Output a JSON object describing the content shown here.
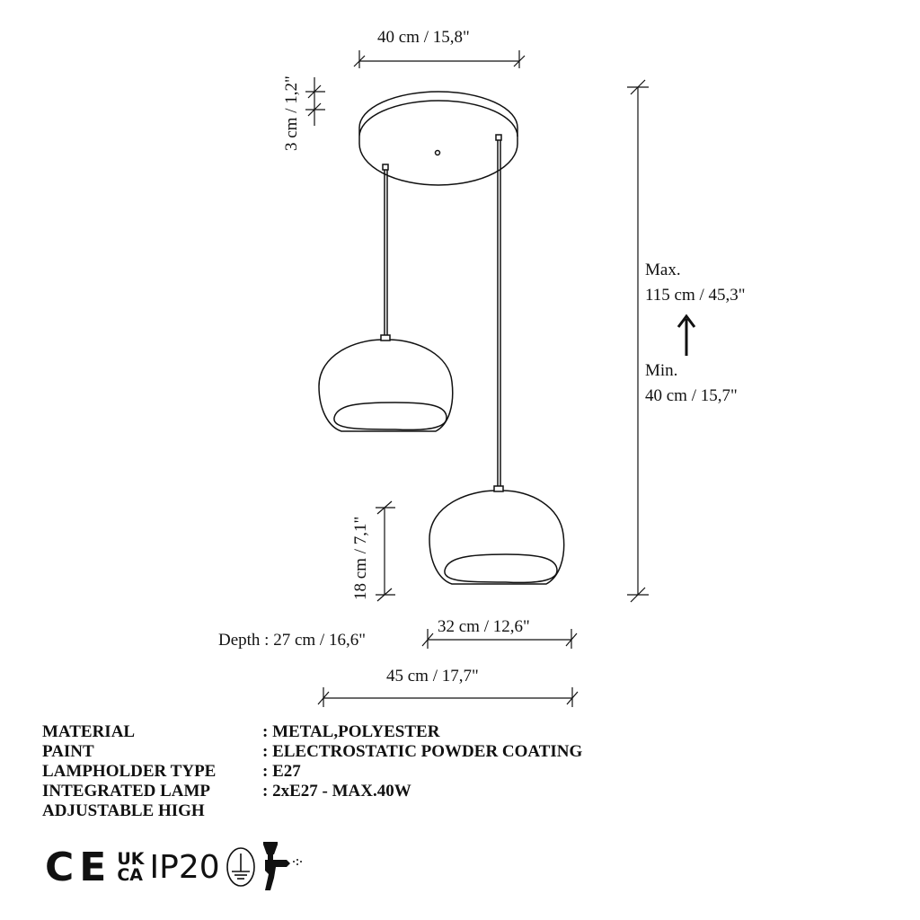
{
  "dimensions": {
    "canopy_width": "40 cm / 15,8\"",
    "canopy_height": "3 cm / 1,2\"",
    "max_height_label": "Max.",
    "max_height": "115 cm / 45,3\"",
    "min_height_label": "Min.",
    "min_height": "40 cm / 15,7\"",
    "shade_height": "18 cm / 7,1\"",
    "depth": "Depth : 27 cm / 16,6\"",
    "shade_width": "32 cm / 12,6\"",
    "total_width": "45 cm / 17,7\""
  },
  "specs": [
    {
      "label": "MATERIAL",
      "value": ":  METAL,POLYESTER"
    },
    {
      "label": "PAINT",
      "value": ":  ELECTROSTATIC POWDER COATING"
    },
    {
      "label": "LAMPHOLDER TYPE",
      "value": ":  E27"
    },
    {
      "label": "INTEGRATED LAMP",
      "value": ":  2xE27 - MAX.40W"
    },
    {
      "label": "ADJUSTABLE HIGH",
      "value": ""
    }
  ],
  "certifications": {
    "ce": "CE",
    "ukca_top": "UK",
    "ukca_bottom": "CA",
    "ip": "IP20",
    "icons": [
      "ce-mark",
      "ukca-mark",
      "ground-earth-icon",
      "spray-gun-icon"
    ]
  }
}
